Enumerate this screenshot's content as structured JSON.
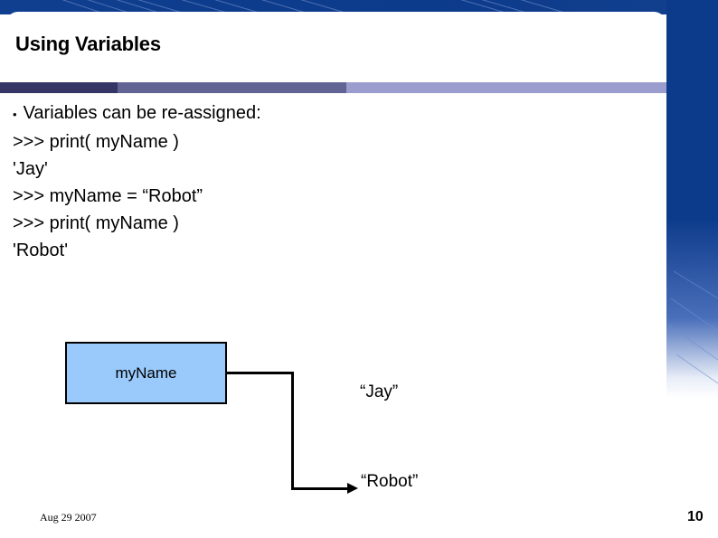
{
  "slide": {
    "title": "Using Variables",
    "page_number": "10",
    "date": "Aug 29 2007"
  },
  "body": {
    "bullet_glyph": "•",
    "lines": [
      "Variables can be re-assigned:",
      ">>> print( myName )",
      "'Jay'",
      ">>> myName = “Robot”",
      ">>> print( myName )",
      "'Robot'"
    ]
  },
  "diagram": {
    "variable_box_label": "myName",
    "value_old": "“Jay”",
    "value_new": "“Robot”"
  },
  "colors": {
    "frame_blue": "#0d3b8b",
    "rule_dark": "#353566",
    "rule_mid": "#626493",
    "rule_light": "#9a9dcd",
    "box_fill": "#9acafc",
    "box_border": "#000000"
  }
}
